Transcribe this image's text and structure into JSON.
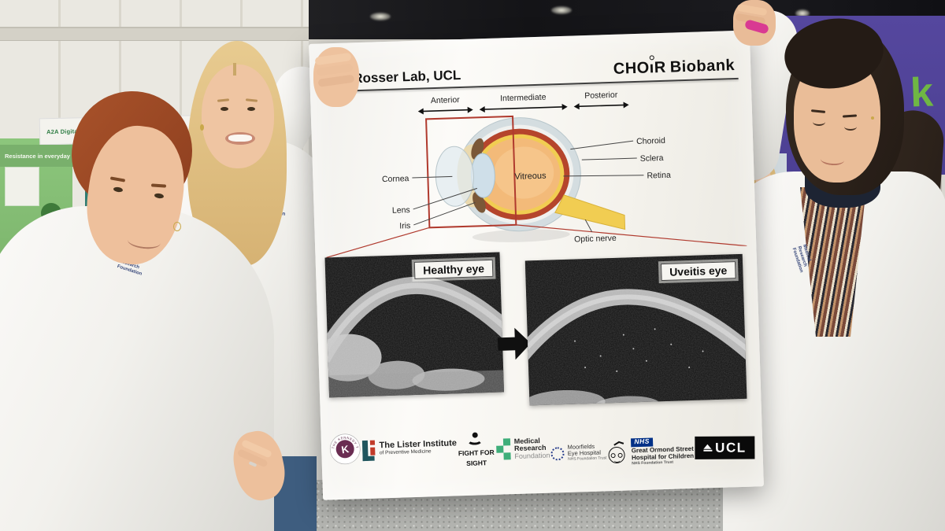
{
  "poster": {
    "title": "The Rosser Lab, UCL",
    "brand": {
      "cho": "CHO",
      "i": "ı",
      "r": "R",
      "suffix": "Biobank"
    },
    "diagram": {
      "segments": [
        "Anterior",
        "Intermediate",
        "Posterior"
      ],
      "left_labels": [
        "Cornea",
        "Lens",
        "Iris"
      ],
      "right_labels": [
        "Choroid",
        "Sclera",
        "Retina"
      ],
      "center_label": "Vitreous",
      "optic_label": "Optic nerve"
    },
    "oct": {
      "healthy": "Healthy eye",
      "uveitis": "Uveitis eye"
    },
    "logos": {
      "kennedy": {
        "label": "THE KENNEDY TRUST",
        "initial": "K"
      },
      "lister": {
        "line1": "The Lister Institute",
        "line2": "of Preventive Medicine"
      },
      "fight_for_sight": {
        "line1": "FIGHT FOR",
        "line2": "SIGHT"
      },
      "mrf": {
        "line1": "Medical",
        "line2": "Research",
        "line3": "Foundation"
      },
      "moorfields": {
        "line1": "Moorfields",
        "line2": "Eye Hospital",
        "line3": "NHS Foundation Trust"
      },
      "gosh": {
        "nhs": "NHS",
        "line1": "Great Ormond Street",
        "line2": "Hospital for Children",
        "line3": "NHS Foundation Trust"
      },
      "ucl": {
        "text": "UCL"
      }
    }
  },
  "background": {
    "booth_sign_top": "A2A  Digital Health Hub for AMR",
    "booth_sign_banner": "Resistance in everyday life",
    "banner_letter": "k"
  },
  "coat_text": "Medical Research Foundation",
  "colors": {
    "poster_accent_red": "#b03a2e",
    "choroid_red": "#b5452c",
    "nerve_yellow": "#f1cd52",
    "vitreous_orange": "#f3ba79",
    "mrf_green": "#3fae7a",
    "nhs_blue": "#003087",
    "banner_purple": "#4d3f94",
    "table_teal": "#3d9e8a",
    "ucl_black": "#0a0a0a"
  }
}
